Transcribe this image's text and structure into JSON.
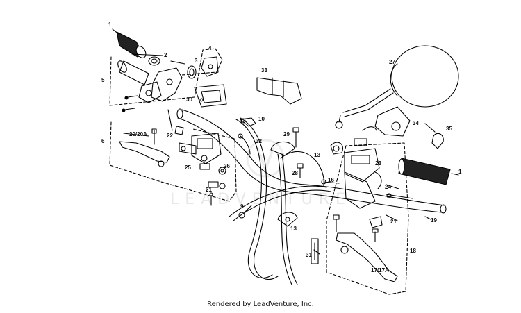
{
  "diagram": {
    "watermark": "LEADVENTURE",
    "callouts": [
      {
        "id": "c1a",
        "label": "1"
      },
      {
        "id": "c2",
        "label": "2"
      },
      {
        "id": "c3",
        "label": "3"
      },
      {
        "id": "c4",
        "label": "4"
      },
      {
        "id": "c5",
        "label": "5"
      },
      {
        "id": "c30",
        "label": "30"
      },
      {
        "id": "c33",
        "label": "33"
      },
      {
        "id": "c27",
        "label": "27"
      },
      {
        "id": "c10",
        "label": "10"
      },
      {
        "id": "c20",
        "label": "20/20A"
      },
      {
        "id": "c22",
        "label": "22"
      },
      {
        "id": "c6",
        "label": "6"
      },
      {
        "id": "c29a",
        "label": "29"
      },
      {
        "id": "c32",
        "label": "32"
      },
      {
        "id": "c13a",
        "label": "13"
      },
      {
        "id": "c34",
        "label": "34"
      },
      {
        "id": "c35",
        "label": "35"
      },
      {
        "id": "c23",
        "label": "23"
      },
      {
        "id": "c28",
        "label": "28"
      },
      {
        "id": "c25",
        "label": "25"
      },
      {
        "id": "c26",
        "label": "26"
      },
      {
        "id": "c1b",
        "label": "1"
      },
      {
        "id": "c16",
        "label": "16"
      },
      {
        "id": "c24",
        "label": "24"
      },
      {
        "id": "c21a",
        "label": "21"
      },
      {
        "id": "c21b",
        "label": "21"
      },
      {
        "id": "c9",
        "label": "9"
      },
      {
        "id": "c13b",
        "label": "13"
      },
      {
        "id": "c19",
        "label": "19"
      },
      {
        "id": "c18",
        "label": "18"
      },
      {
        "id": "c31",
        "label": "31"
      },
      {
        "id": "c17",
        "label": "17/17A"
      }
    ]
  },
  "footer": {
    "credit": "Rendered by LeadVenture, Inc."
  }
}
